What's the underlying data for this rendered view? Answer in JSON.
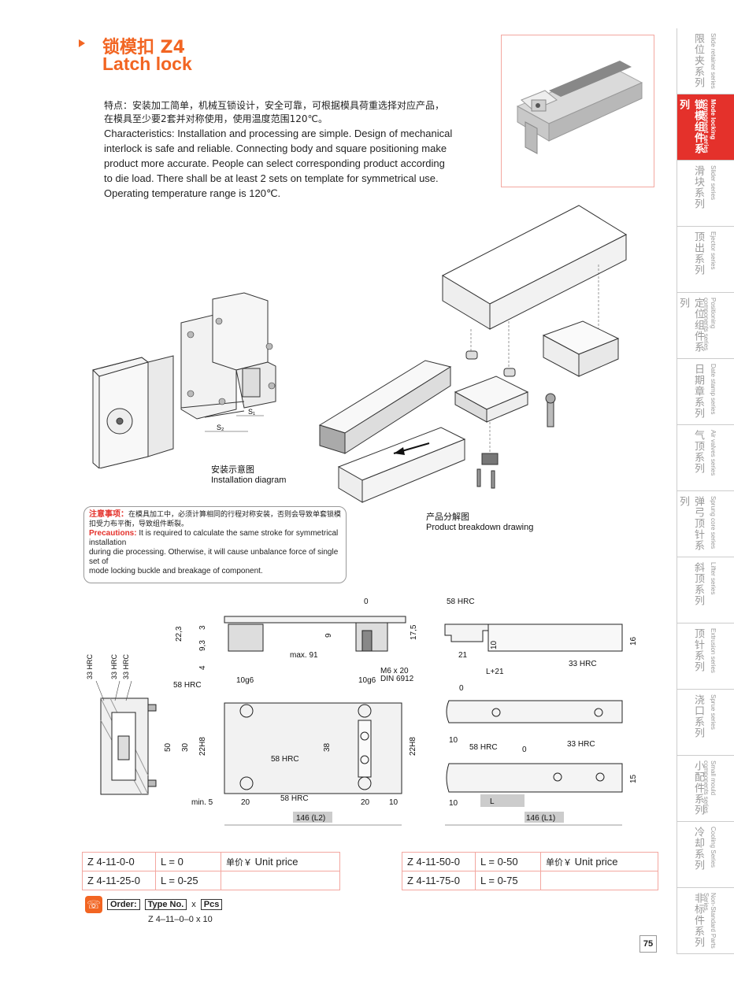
{
  "header": {
    "title_cn": "锁模扣 Z4",
    "title_en": "Latch lock"
  },
  "description": {
    "line_cn_1": "特点：安装加工简单，机械互锁设计，安全可靠，可根据模具荷重选择对应产品，",
    "line_cn_2": "在模具至少要2套并对称使用，使用温度范围120℃。",
    "en_1": "Characteristics: Installation and processing are simple. Design of mechanical",
    "en_2": "interlock is safe and reliable. Connecting body and square positioning make",
    "en_3": "product more accurate. People can select corresponding product according",
    "en_4": "to die load. There shall be at least 2 sets on template for symmetrical use.",
    "en_5": "Operating temperature range is 120℃."
  },
  "sidebar": [
    {
      "cn": "限位夹系列",
      "en": "Slide retainer series",
      "active": false
    },
    {
      "cn": "锁模组件系列",
      "en": "Mode locking component series",
      "active": true
    },
    {
      "cn": "滑块系列",
      "en": "Slider series",
      "active": false
    },
    {
      "cn": "顶出系列",
      "en": "Ejector series",
      "active": false
    },
    {
      "cn": "定位组件系列",
      "en": "Positioning components series",
      "active": false
    },
    {
      "cn": "日期章系列",
      "en": "Date stamp series",
      "active": false
    },
    {
      "cn": "气顶系列",
      "en": "Air valves series",
      "active": false
    },
    {
      "cn": "弹弓顶针系列",
      "en": "Sprung core series",
      "active": false
    },
    {
      "cn": "斜顶系列",
      "en": "Lifter series",
      "active": false
    },
    {
      "cn": "顶针系列",
      "en": "Extrusion series",
      "active": false
    },
    {
      "cn": "浇口系列",
      "en": "Sprue series",
      "active": false
    },
    {
      "cn": "小配件系列",
      "en": "Small mould components series",
      "active": false
    },
    {
      "cn": "冷却系列",
      "en": "Cooling Series",
      "active": false
    },
    {
      "cn": "非标件系列",
      "en": "Non-Standard Parts Series",
      "active": false
    }
  ],
  "captions": {
    "install_cn": "安装示意图",
    "install_en": "Installation diagram",
    "breakdown_cn": "产品分解图",
    "breakdown_en": "Product breakdown drawing"
  },
  "precaution": {
    "cn_label": "注意事项：",
    "cn_text": "在模具加工中，必须计算相同的行程对称安装，否则会导致单套锁模扣受力布平衡，导致组件断裂。",
    "en_label": "Precautions:",
    "en_1": "It is required to calculate the same stroke for symmetrical installation",
    "en_2": "during die processing. Otherwise, it will cause unbalance force of single set of",
    "en_3": "mode locking buckle and breakage of component."
  },
  "drawing": {
    "s1": "S₁",
    "s2": "S₂",
    "d0": "0",
    "d22_3": "22,3",
    "d3": "3",
    "d9_3": "9,3",
    "d4": "4",
    "d9": "9",
    "max91": "max. 91",
    "d17_5": "17,5",
    "m6": "M6 x 20",
    "din": "DIN 6912",
    "hrc58": "58 HRC",
    "hrc33": "33 HRC",
    "d10g6": "10g6",
    "d50": "50",
    "d30": "30",
    "d22h8": "22H8",
    "d38": "38",
    "min5": "min. 5",
    "d20": "20",
    "d10": "10",
    "l2": "146 (L2)",
    "d21": "21",
    "lplus21": "L+21",
    "d16": "16",
    "d15": "15",
    "L": "L",
    "l1": "146 (L1)"
  },
  "price_table_left": [
    {
      "code": "Z 4-11-0-0",
      "l": "L = 0",
      "price_cn": "单价￥",
      "price_en": "Unit price"
    },
    {
      "code": "Z 4-11-25-0",
      "l": "L = 0-25"
    }
  ],
  "price_table_right": [
    {
      "code": "Z 4-11-50-0",
      "l": "L = 0-50",
      "price_cn": "单价￥",
      "price_en": "Unit price"
    },
    {
      "code": "Z 4-11-75-0",
      "l": "L = 0-75"
    }
  ],
  "order": {
    "label": "Order:",
    "type": "Type No.",
    "x": "x",
    "pcs": "Pcs",
    "example": "Z 4–11–0–0  x   10"
  },
  "page_number": "75",
  "colors": {
    "accent": "#f26522",
    "red": "#e4312b",
    "pink_border": "#f3a7a0"
  }
}
